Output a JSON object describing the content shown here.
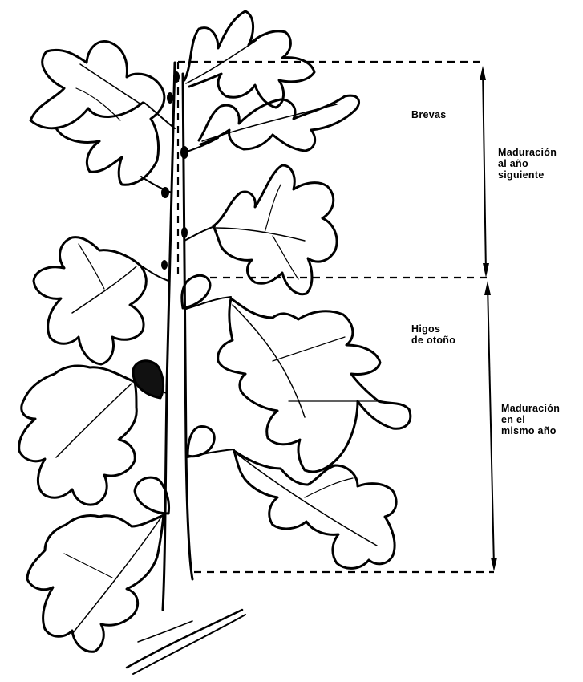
{
  "labels": {
    "brevas": "Brevas",
    "maduracion_siguiente": "Maduración\nal año\nsiguiente",
    "higos_otono": "Higos\nde otoño",
    "maduracion_mismo": "Maduración\nen el\nmismo año"
  }
}
